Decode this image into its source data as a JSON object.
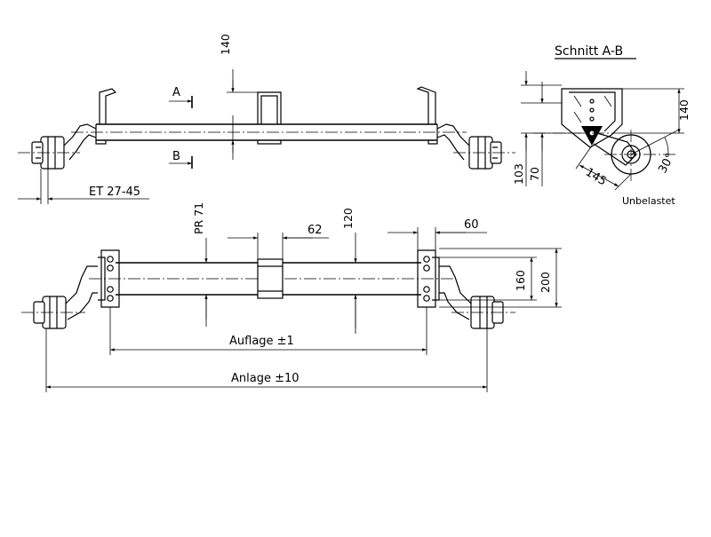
{
  "section": {
    "title": "Schnitt A-B",
    "state_label": "Unbelastet",
    "dim_140": "140",
    "dim_103": "103",
    "dim_70": "70",
    "dim_145": "145",
    "angle": "30°"
  },
  "top_view": {
    "dim_140": "140",
    "cut_a": "A",
    "cut_b": "B",
    "et_label": "ET 27-45"
  },
  "front_view": {
    "pr_label": "PR 71",
    "dim_62": "62",
    "dim_120": "120",
    "dim_60": "60",
    "dim_160": "160",
    "dim_200": "200",
    "auflage": "Auflage ±1",
    "anlage": "Anlage ±10"
  }
}
